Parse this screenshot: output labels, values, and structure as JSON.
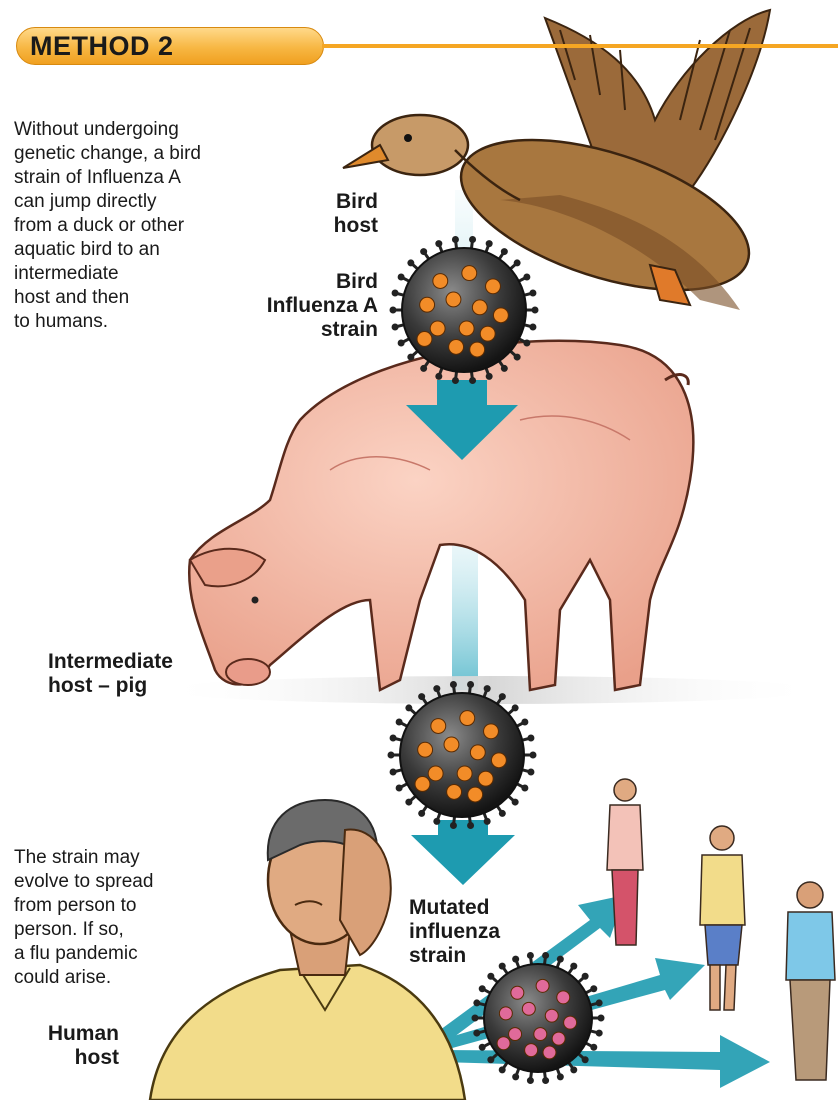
{
  "header": {
    "title": "METHOD 2"
  },
  "intro_lines": [
    "Without undergoing",
    "genetic change, a bird",
    "strain of Influenza A",
    "can jump directly",
    "from a duck or other",
    "aquatic bird to an",
    "intermediate",
    "host and then",
    "to humans."
  ],
  "bird_host_lines": [
    "Bird",
    "host"
  ],
  "bird_strain_lines": [
    "Bird",
    "Influenza A",
    "strain"
  ],
  "intermediate_lines": [
    "Intermediate",
    "host – pig"
  ],
  "outcome_lines": [
    "The strain may",
    "evolve to spread",
    "from person to",
    "person. If so,",
    "a flu pandemic",
    "could arise."
  ],
  "mutated_lines": [
    "Mutated",
    "influenza",
    "strain"
  ],
  "human_host_lines": [
    "Human",
    "host"
  ],
  "colors": {
    "accent": "#f5a623",
    "arrow": "#1e9bb0",
    "virus": "#3a3a3a",
    "virus_spot": "#f28c28",
    "mutated_spot": "#e06a9a",
    "pig": "#f4b7a4",
    "duck": "#8a5a2e",
    "shirt": "#f2dc8a"
  },
  "icons": [
    "duck-illustration",
    "pig-illustration",
    "virus-icon",
    "human-illustration",
    "walking-people-illustration",
    "flow-arrow-icon"
  ]
}
